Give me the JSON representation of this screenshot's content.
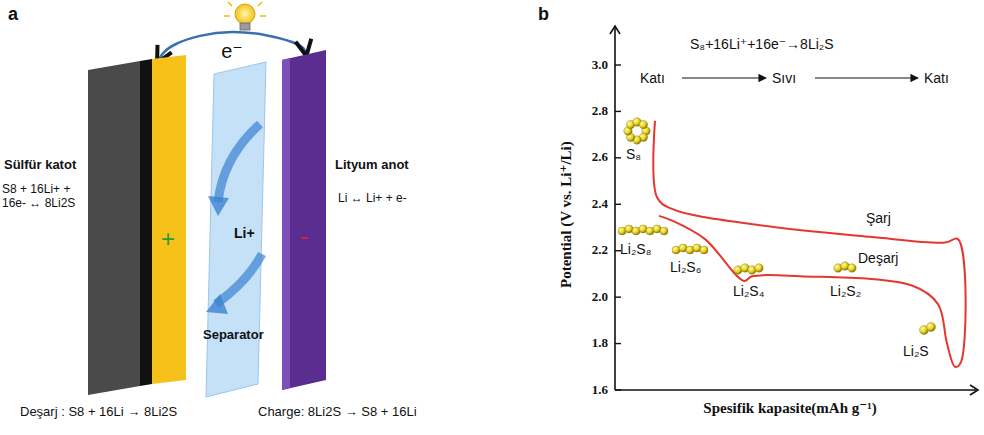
{
  "diagram": {
    "nodes": [
      {
        "text": [
          "Sülfür katot",
          "S8 + 16Li+ + 16e- ↔ 8Li2S",
          "+"
        ]
      },
      {
        "text": [
          "Li+",
          "Separator"
        ]
      },
      {
        "text": [
          "Lityum anot",
          "Li ↔ Li+ + e-",
          "-"
        ]
      }
    ],
    "edges": [
      {
        "from": 0,
        "to": 2,
        "label": "e⁻",
        "arrow": "both"
      }
    ],
    "labels": [
      "a",
      "b",
      "Deşarj : S8 + 16Li → 8Li2S",
      "Charge: 8Li2S → S8 + 16Li",
      "S₈+16Li⁺+16e⁻→8Li₂S",
      "Katı",
      "Sıvı",
      "Katı",
      "S₈",
      "Li₂S₈",
      "Li₂S₆",
      "Li₂S₄",
      "Li₂S₂",
      "Li₂S",
      "Şarj",
      "Deşarj",
      "3.0",
      "2.8",
      "2.6",
      "2.4",
      "2.2",
      "2.0",
      "1.8",
      "1.6",
      "Potential (V vs. Li⁺/Li)",
      "Spesifik kapasite(mAh g⁻¹)"
    ]
  }
}
